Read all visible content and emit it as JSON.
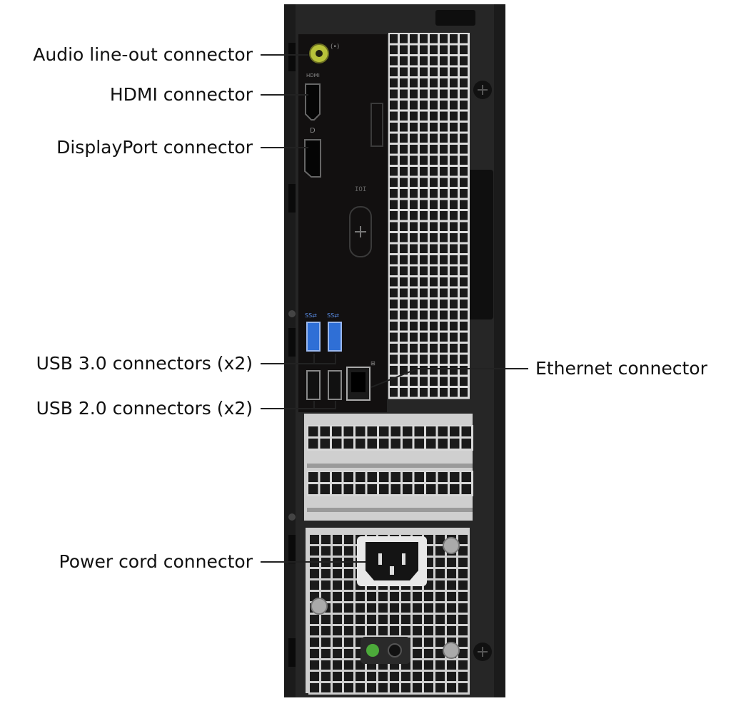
{
  "labels": {
    "audio_line_out": "Audio line-out connector",
    "hdmi": "HDMI connector",
    "displayport": "DisplayPort connector",
    "usb30": "USB 3.0 connectors (x2)",
    "usb20": "USB 2.0 connectors (x2)",
    "power_cord": "Power cord connector",
    "ethernet": "Ethernet connector"
  },
  "colors": {
    "chassis": "#2a2a2a",
    "io_panel": "#121010",
    "vent_metal": "#dcdcdc",
    "vent_hole": "#1a1a1a",
    "usb3_blue": "#2f6fd6",
    "audio_green": "#b8c23a",
    "power_led_green": "#4caa3a",
    "leader_line": "#222222"
  }
}
